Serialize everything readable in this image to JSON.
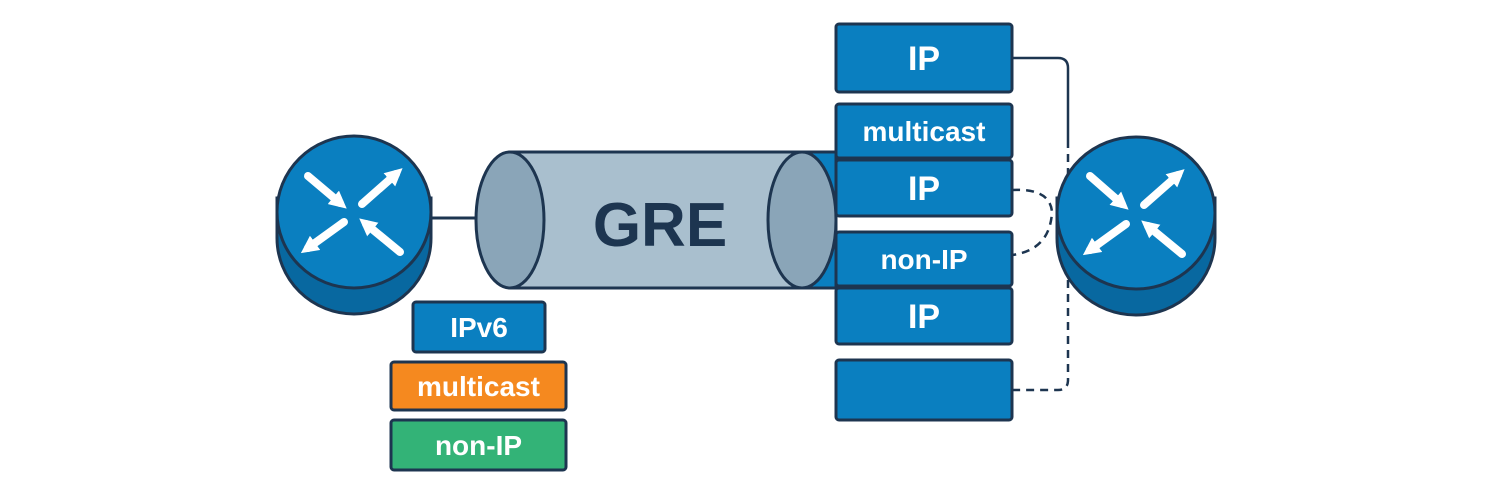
{
  "tunnel": {
    "label": "GRE"
  },
  "left_packets": [
    {
      "label": "IPv6",
      "color": "#0a7fc0"
    },
    {
      "label": "multicast",
      "color": "#f5891f"
    },
    {
      "label": "non-IP",
      "color": "#33b377"
    }
  ],
  "right_packets": [
    {
      "label": "IP",
      "color": "#0a7fc0"
    },
    {
      "label": "multicast",
      "color": "#0a7fc0"
    },
    {
      "label": "IP",
      "color": "#0a7fc0"
    },
    {
      "label": "non-IP",
      "color": "#0a7fc0"
    },
    {
      "label": "IP",
      "color": "#0a7fc0"
    },
    {
      "label": "",
      "color": "#0a7fc0"
    }
  ],
  "colors": {
    "router": "#0a7fc0",
    "router_side": "#0868a0",
    "outline": "#1d3550",
    "tube": "#a9bfce",
    "tube_cap": "#8aa5b8"
  },
  "icons": {
    "router_left": "router-arrows-icon",
    "router_right": "router-arrows-icon"
  }
}
